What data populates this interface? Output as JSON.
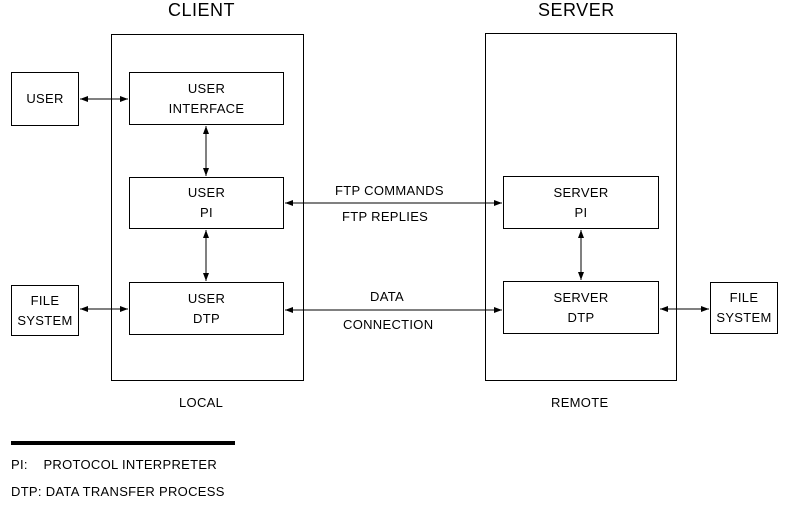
{
  "titles": {
    "client": "CLIENT",
    "server": "SERVER"
  },
  "boxes": {
    "user": "USER",
    "user_interface": "USER\nINTERFACE",
    "user_pi": "USER\nPI",
    "user_dtp": "USER\nDTP",
    "file_system_left": "FILE\nSYSTEM",
    "server_pi": "SERVER\nPI",
    "server_dtp": "SERVER\nDTP",
    "file_system_right": "FILE\nSYSTEM"
  },
  "connections": {
    "ftp_commands": "FTP COMMANDS",
    "ftp_replies": "FTP REPLIES",
    "data": "DATA",
    "connection": "CONNECTION"
  },
  "locations": {
    "local": "LOCAL",
    "remote": "REMOTE"
  },
  "legend": {
    "pi": "PI:    PROTOCOL INTERPRETER",
    "dtp": "DTP: DATA TRANSFER PROCESS"
  }
}
